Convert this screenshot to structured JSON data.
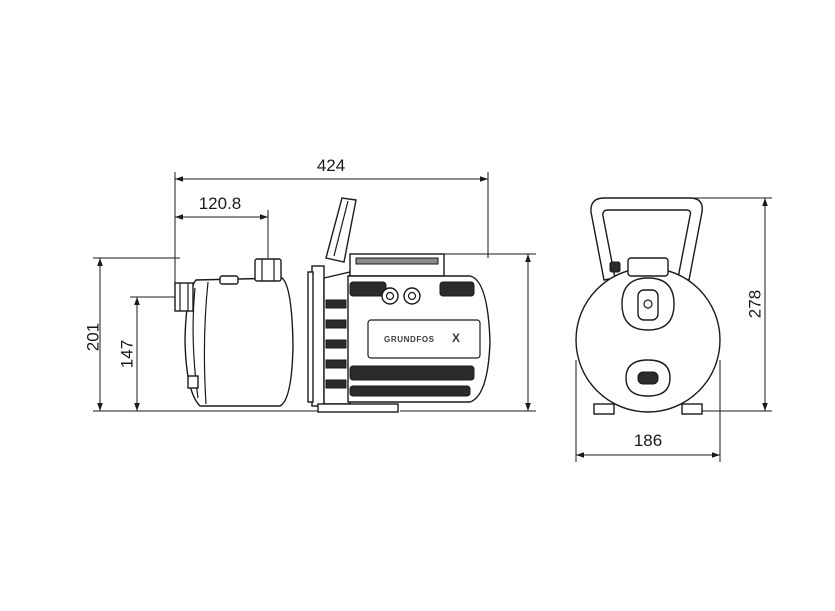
{
  "dimensions": {
    "overall_length": "424",
    "inlet_offset": "120.8",
    "overall_height": "201",
    "inlet_height": "147",
    "front_height": "278",
    "front_width": "186"
  },
  "logo": {
    "brand_text": "GRUNDFOS",
    "brand_mark": "X"
  }
}
